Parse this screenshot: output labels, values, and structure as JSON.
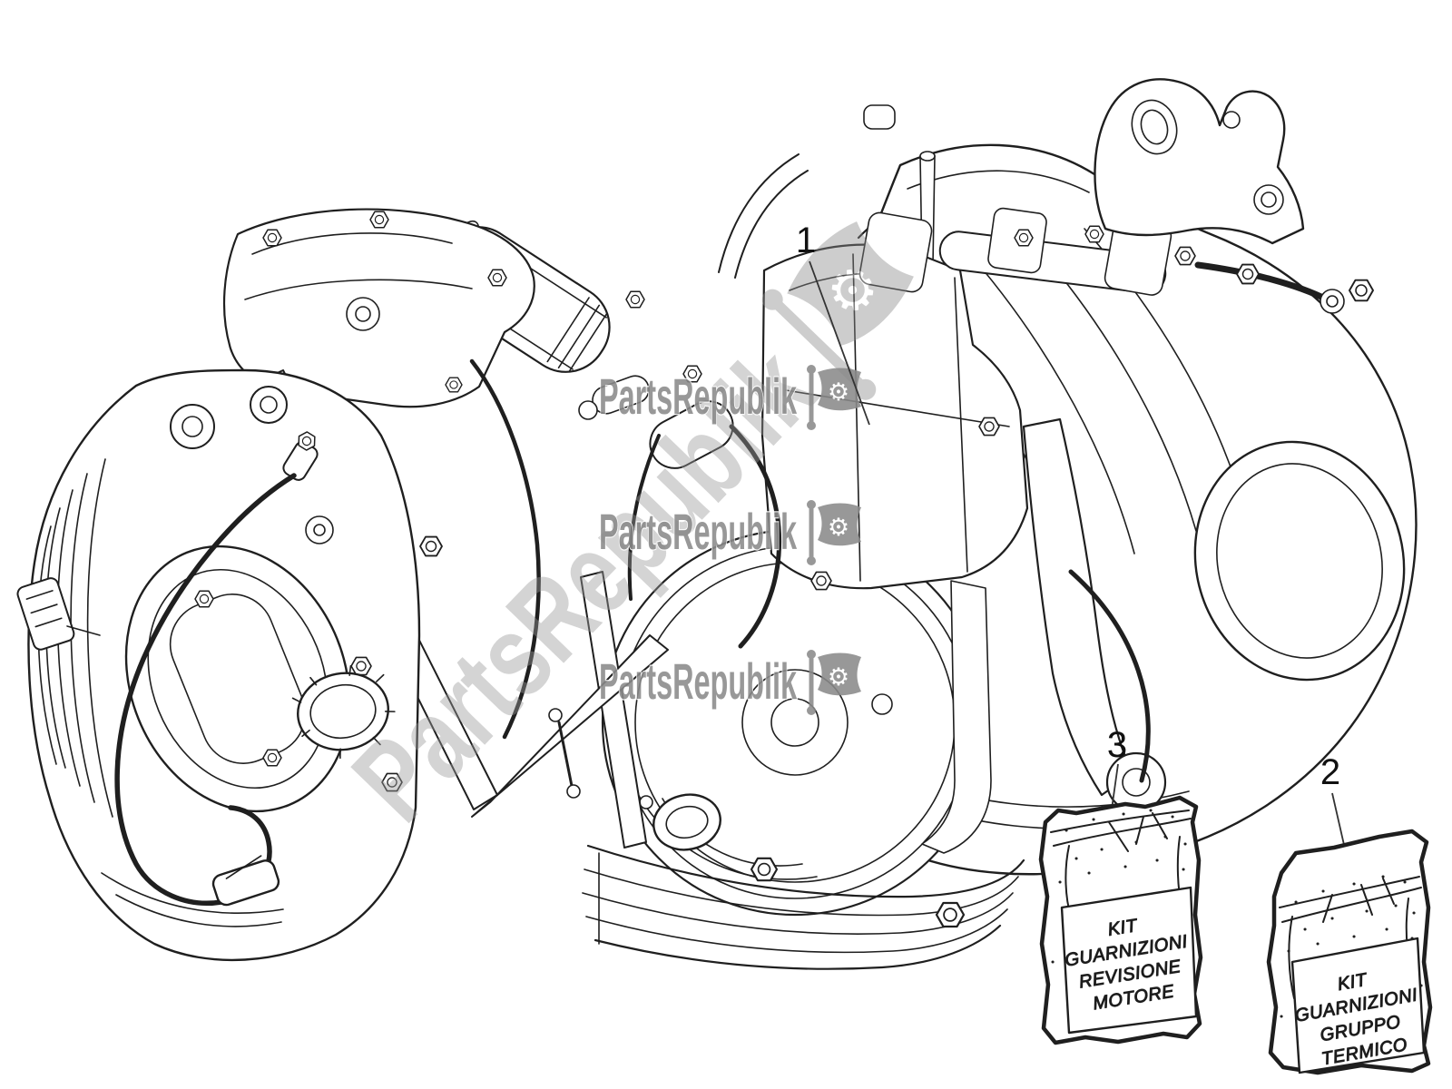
{
  "illustration": {
    "description": "Exploded parts-diagram line drawing of a scooter engine assembly"
  },
  "watermark": {
    "text": "PartsRepublik",
    "gear_glyph": "⚙",
    "color": "#8a8a8a"
  },
  "callouts": [
    {
      "number": "1"
    },
    {
      "number": "2"
    },
    {
      "number": "3"
    }
  ],
  "kits": [
    {
      "callout": "3",
      "label_lines": [
        "KIT",
        "GUARNIZIONI",
        "REVISIONE",
        "MOTORE"
      ]
    },
    {
      "callout": "2",
      "label_lines": [
        "KIT",
        "GUARNIZIONI",
        "GRUPPO",
        "TERMICO"
      ]
    }
  ]
}
